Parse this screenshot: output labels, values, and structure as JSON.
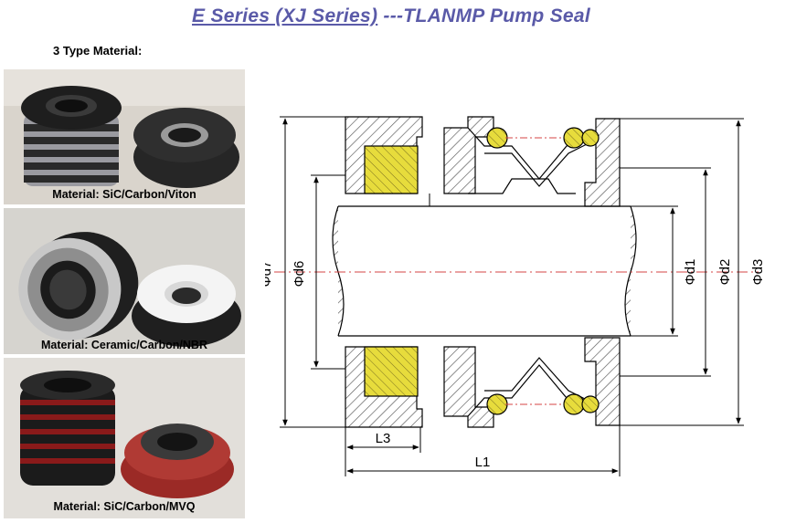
{
  "title_parts": {
    "a": "E Series (XJ Series)",
    "b": " ---TLANMP Pump Seal"
  },
  "subhead": "3 Type Material:",
  "materials": [
    {
      "caption": "Material: SiC/Carbon/Viton",
      "spring_color": "#2a2a2a",
      "seat_color": "#262626",
      "face_color": "#3a3a3a"
    },
    {
      "caption": "Material: Ceramic/Carbon/NBR",
      "spring_color": "#2a2a2a",
      "seat_color": "#f4f4f4",
      "face_color": "#c9c9c9"
    },
    {
      "caption": "Material: SiC/Carbon/MVQ",
      "spring_color": "#8a1a1a",
      "seat_color": "#9b2a26",
      "face_color": "#3a3a3a"
    }
  ],
  "dimension_labels": {
    "d7": "Φd7",
    "d6": "Φd6",
    "d1": "Φd1",
    "d2": "Φd2",
    "d3": "Φd3",
    "L3": "L3",
    "L1": "L1"
  },
  "colors": {
    "title": "#5a5aa8",
    "yellow_part": "#e7dc3c",
    "hatch": "#555555",
    "centerline": "#d44444"
  }
}
